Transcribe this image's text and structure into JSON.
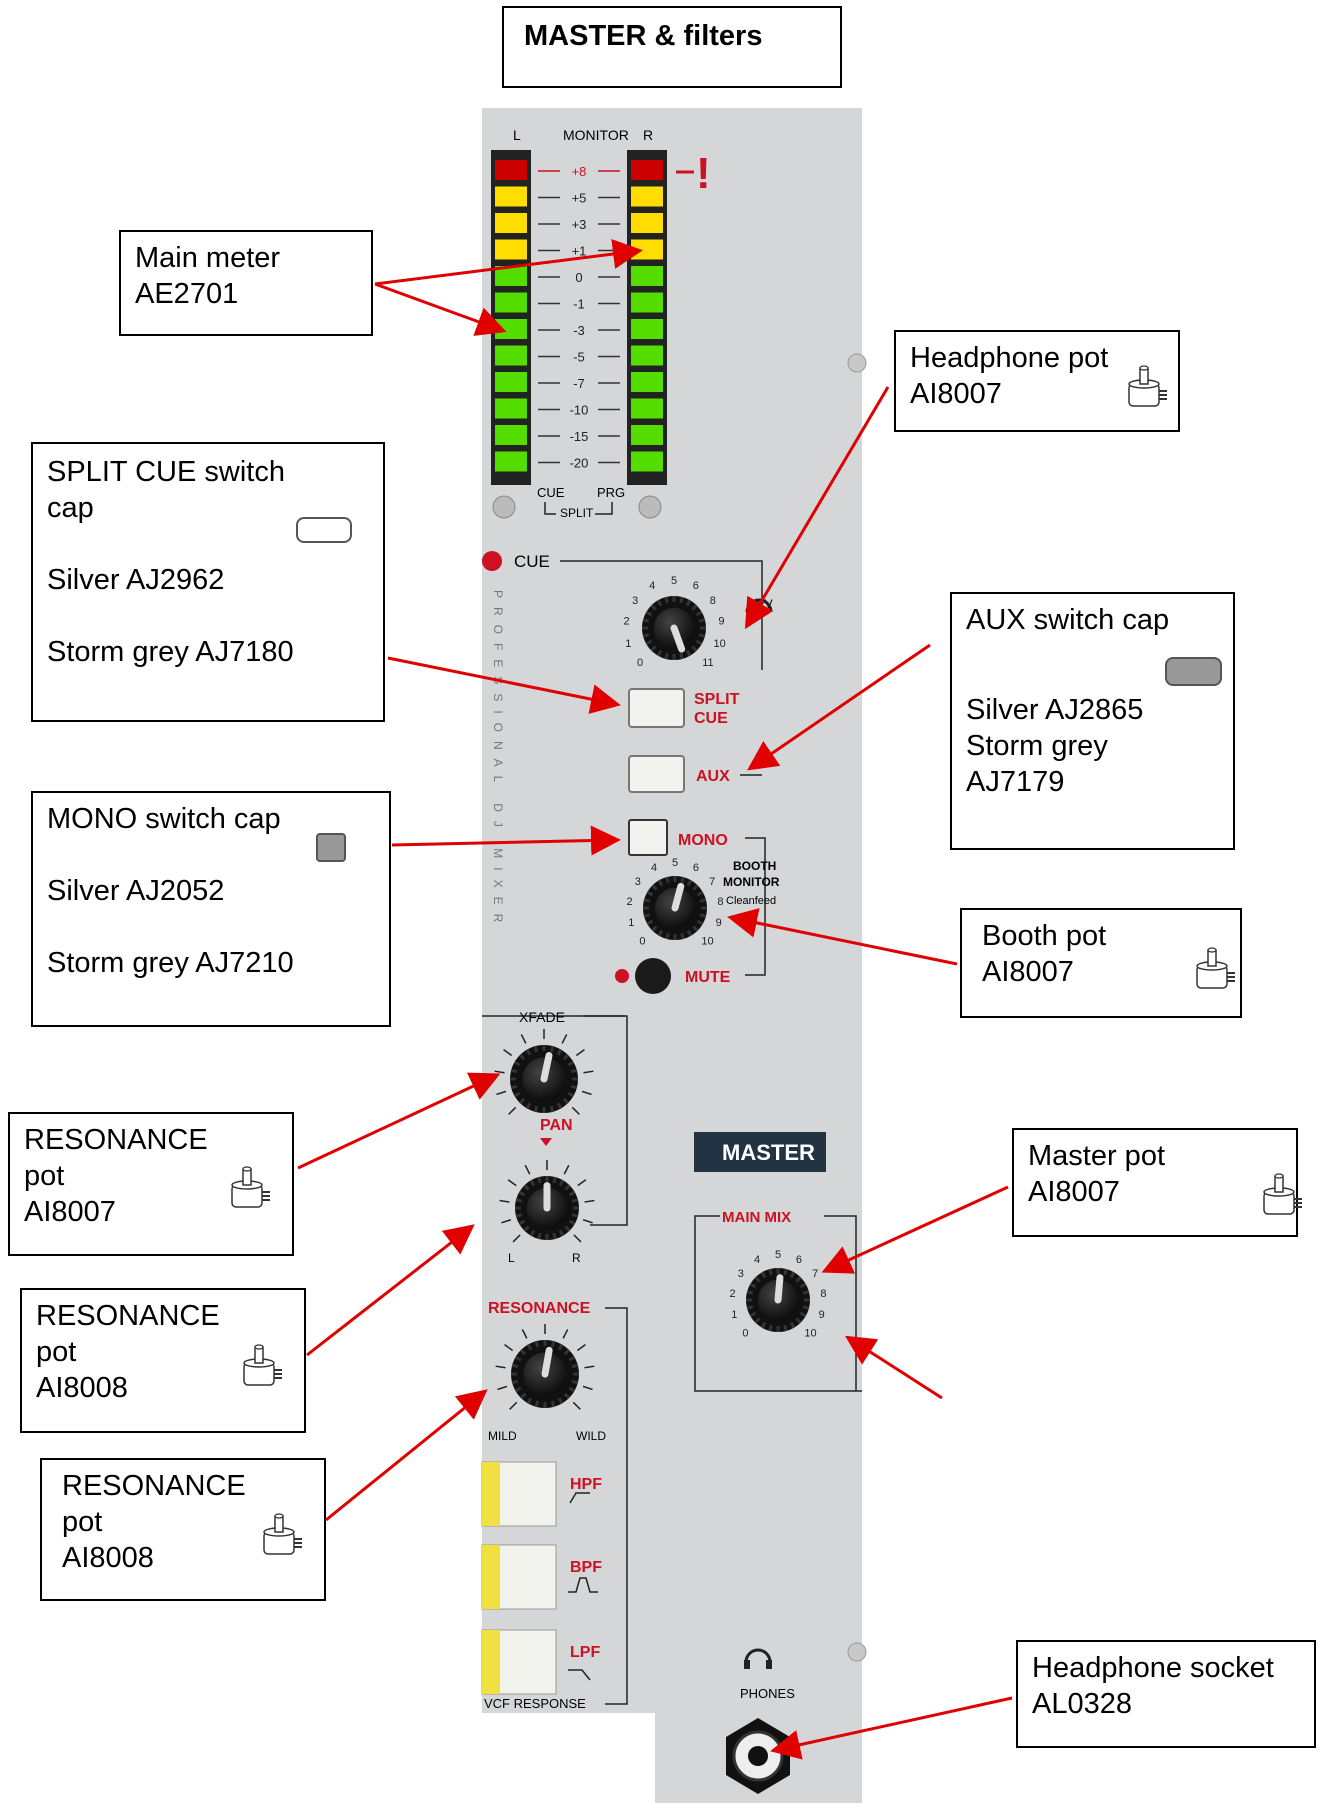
{
  "title": "MASTER & filters",
  "panel": {
    "meter_header": {
      "left": "L",
      "center": "MONITOR",
      "right": "R"
    },
    "meter_scale": [
      "+8",
      "+5",
      "+3",
      "+1",
      "0",
      "-1",
      "-3",
      "-5",
      "-7",
      "-10",
      "-15",
      "-20"
    ],
    "meter_footer": {
      "cue": "CUE",
      "prg": "PRG",
      "split": "SPLIT"
    },
    "side_text": "PROFESSIONAL DJ MIXER",
    "cue_label": "CUE",
    "lev_label": "LEV",
    "split_cue_label": [
      "SPLIT",
      "CUE"
    ],
    "aux_label": "AUX",
    "mono_label": "MONO",
    "booth_label": [
      "BOOTH",
      "MONITOR",
      "Cleanfeed"
    ],
    "mute_label": "MUTE",
    "xfade_label": "XFADE",
    "pan_label": "PAN",
    "resonance_label": "RESONANCE",
    "resonance_min": "MILD",
    "resonance_max": "WILD",
    "pan_left": "L",
    "pan_right": "R",
    "hpf_label": "HPF",
    "bpf_label": "BPF",
    "lpf_label": "LPF",
    "vcf_label": "VCF RESPONSE",
    "master_label": "MASTER",
    "main_mix_label": "MAIN MIX",
    "phones_label": "PHONES",
    "pot_scale_0_10": [
      "0",
      "1",
      "2",
      "3",
      "4",
      "5",
      "6",
      "7",
      "8",
      "9",
      "10"
    ],
    "cue_pot_scale": [
      "0",
      "1",
      "2",
      "3",
      "4",
      "5",
      "6",
      "8",
      "9",
      "10",
      "11"
    ]
  },
  "callouts": {
    "main_meter": [
      "Main meter",
      "AE2701"
    ],
    "headphone_pot": [
      "Headphone pot",
      "AI8007"
    ],
    "split_cue": [
      "SPLIT CUE  switch",
      "cap",
      "",
      "Silver AJ2962",
      "",
      "Storm grey AJ7180"
    ],
    "aux": [
      "AUX switch cap",
      "",
      "Silver AJ2865",
      "Storm grey",
      "AJ7179"
    ],
    "mono": [
      "MONO switch cap",
      "",
      "Silver AJ2052",
      "",
      "Storm grey AJ7210"
    ],
    "booth": [
      "Booth pot",
      "AI8007"
    ],
    "res1": [
      "RESONANCE",
      "pot",
      "AI8007"
    ],
    "res2": [
      "RESONANCE",
      "pot",
      "AI8008"
    ],
    "res3": [
      "RESONANCE",
      "pot",
      "AI8008"
    ],
    "master": [
      "Master pot",
      "AI8007"
    ],
    "socket": [
      "Headphone socket",
      "AL0328"
    ]
  },
  "colors": {
    "panel": "#d4d6d8",
    "arrow": "#e00000",
    "accent_red": "#cc1122",
    "led_green": "#55dd00",
    "led_yellow": "#ffdd00",
    "led_red": "#cc0000"
  }
}
